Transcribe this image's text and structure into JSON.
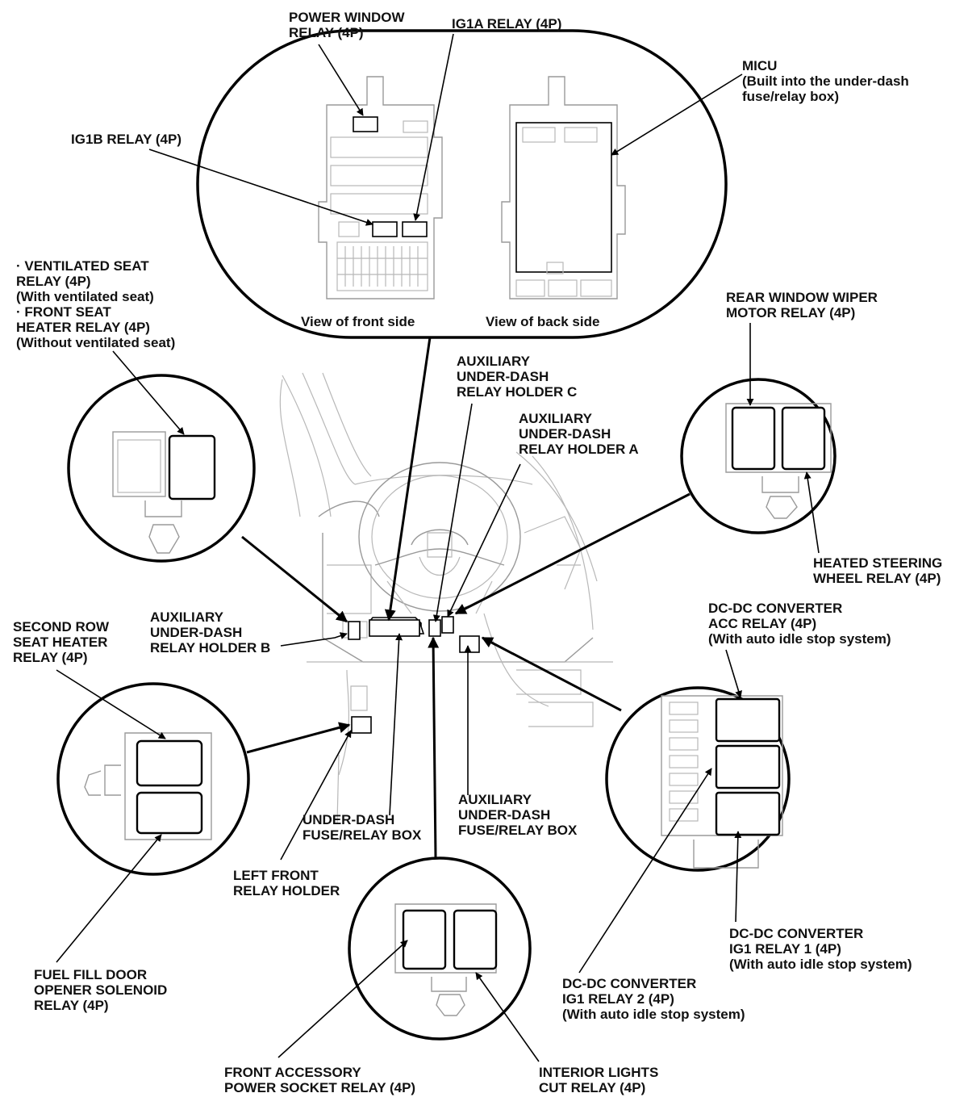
{
  "labels": {
    "power_window_relay": [
      "POWER WINDOW",
      "RELAY (4P)"
    ],
    "ig1a_relay": [
      "IG1A RELAY (4P)"
    ],
    "micu": [
      "MICU",
      "(Built into the under-dash",
      "fuse/relay box)"
    ],
    "ig1b_relay": [
      "IG1B RELAY (4P)"
    ],
    "view_front": [
      "View of front side"
    ],
    "view_back": [
      "View of back side"
    ],
    "ventilated_seat": [
      "· VENTILATED SEAT",
      "RELAY (4P)",
      "(With ventilated seat)",
      "· FRONT SEAT",
      "HEATER RELAY (4P)",
      "(Without ventilated seat)"
    ],
    "rear_wiper": [
      "REAR WINDOW WIPER",
      "MOTOR RELAY (4P)"
    ],
    "aux_holder_c": [
      "AUXILIARY",
      "UNDER-DASH",
      "RELAY HOLDER C"
    ],
    "aux_holder_a": [
      "AUXILIARY",
      "UNDER-DASH",
      "RELAY HOLDER A"
    ],
    "heated_steering": [
      "HEATED STEERING",
      "WHEEL RELAY (4P)"
    ],
    "aux_holder_b": [
      "AUXILIARY",
      "UNDER-DASH",
      "RELAY HOLDER B"
    ],
    "dcdc_acc": [
      "DC-DC CONVERTER",
      "ACC RELAY (4P)",
      "(With auto idle stop system)"
    ],
    "second_row_heater": [
      "SECOND ROW",
      "SEAT HEATER",
      "RELAY (4P)"
    ],
    "under_dash_box": [
      "UNDER-DASH",
      "FUSE/RELAY BOX"
    ],
    "aux_fuse_box": [
      "AUXILIARY",
      "UNDER-DASH",
      "FUSE/RELAY BOX"
    ],
    "left_front_holder": [
      "LEFT FRONT",
      "RELAY HOLDER"
    ],
    "dcdc_ig1_1": [
      "DC-DC CONVERTER",
      "IG1 RELAY 1 (4P)",
      "(With auto idle stop system)"
    ],
    "fuel_fill": [
      "FUEL FILL DOOR",
      "OPENER SOLENOID",
      "RELAY (4P)"
    ],
    "dcdc_ig1_2": [
      "DC-DC CONVERTER",
      "IG1 RELAY 2 (4P)",
      "(With auto idle stop system)"
    ],
    "front_accessory": [
      "FRONT ACCESSORY",
      "POWER SOCKET RELAY (4P)"
    ],
    "interior_lights": [
      "INTERIOR LIGHTS",
      "CUT RELAY (4P)"
    ]
  }
}
